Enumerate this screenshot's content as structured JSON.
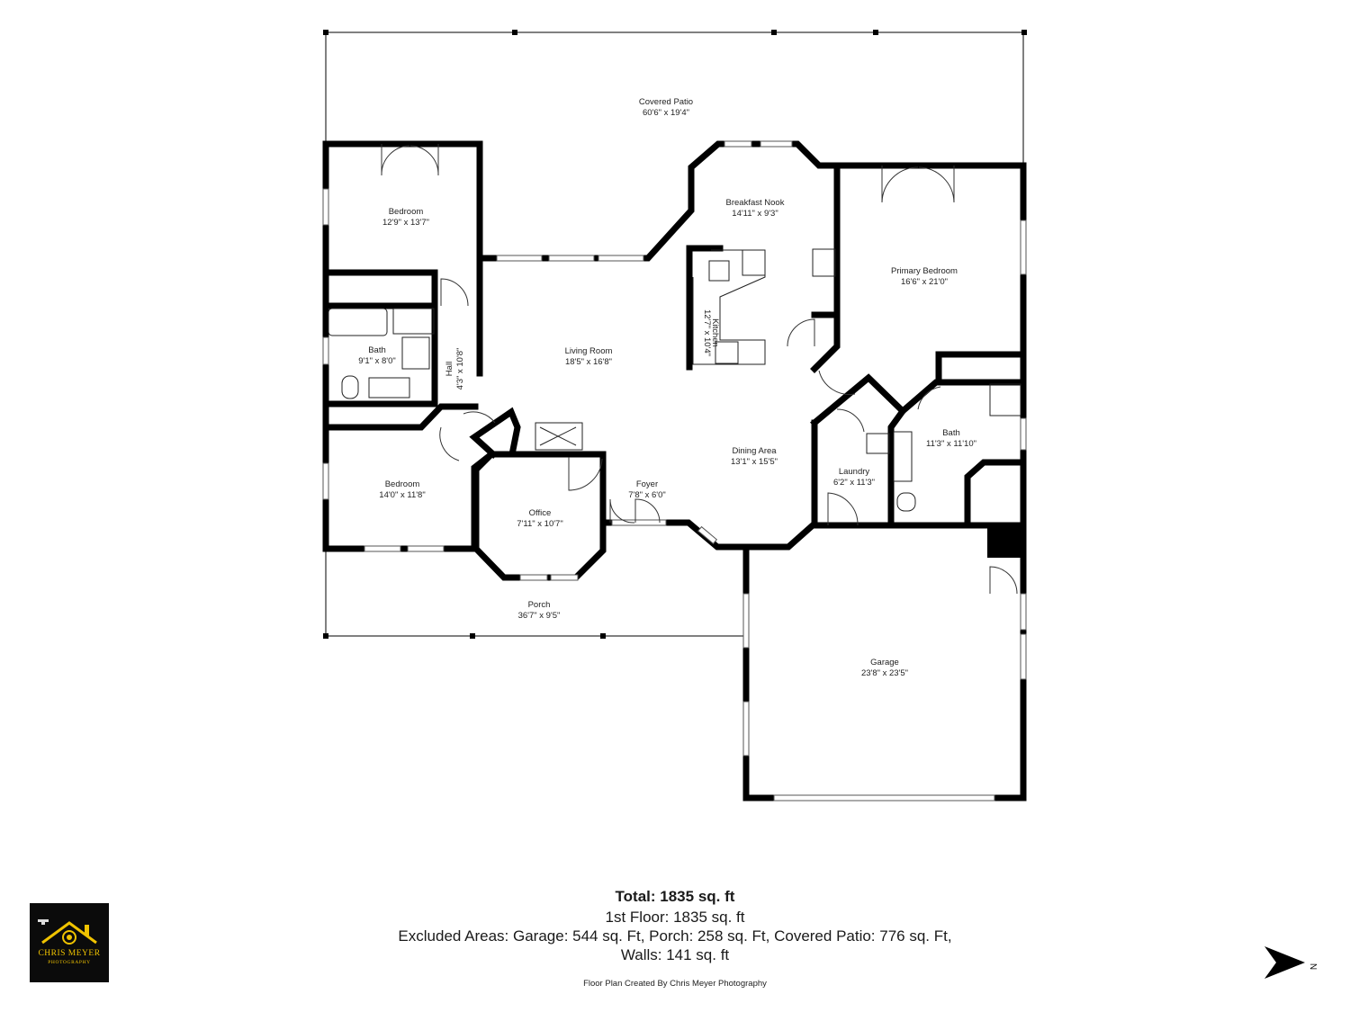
{
  "rooms": {
    "covered_patio": {
      "name": "Covered Patio",
      "dim": "60'6\" x 19'4\""
    },
    "bedroom_nw": {
      "name": "Bedroom",
      "dim": "12'9\" x 13'7\""
    },
    "breakfast_nook": {
      "name": "Breakfast Nook",
      "dim": "14'11\" x 9'3\""
    },
    "primary_bedroom": {
      "name": "Primary Bedroom",
      "dim": "16'6\" x 21'0\""
    },
    "living_room": {
      "name": "Living Room",
      "dim": "18'5\" x 16'8\""
    },
    "bath_west": {
      "name": "Bath",
      "dim": "9'1\" x 8'0\""
    },
    "hall": {
      "name": "Hall",
      "dim": "4'3\" x 10'8\""
    },
    "kitchen": {
      "name": "Kitchen",
      "dim": "12'7\" x 10'4\""
    },
    "bath_east": {
      "name": "Bath",
      "dim": "11'3\" x 11'10\""
    },
    "dining_area": {
      "name": "Dining Area",
      "dim": "13'1\" x 15'5\""
    },
    "laundry": {
      "name": "Laundry",
      "dim": "6'2\" x 11'3\""
    },
    "foyer": {
      "name": "Foyer",
      "dim": "7'8\" x 6'0\""
    },
    "bedroom_sw": {
      "name": "Bedroom",
      "dim": "14'0\" x 11'8\""
    },
    "office": {
      "name": "Office",
      "dim": "7'11\" x 10'7\""
    },
    "porch": {
      "name": "Porch",
      "dim": "36'7\" x 9'5\""
    },
    "garage": {
      "name": "Garage",
      "dim": "23'8\" x 23'5\""
    }
  },
  "summary": {
    "total": "Total: 1835 sq. ft",
    "floor1": "1st Floor: 1835 sq. ft",
    "excluded": "Excluded Areas: Garage: 544 sq. Ft, Porch: 258 sq. Ft, Covered Patio: 776 sq. Ft,",
    "walls": "Walls: 141 sq. ft"
  },
  "credit": "Floor Plan Created By Chris Meyer Photography",
  "logo": {
    "line1": "CHRIS MEYER",
    "line2": "PHOTOGRAPHY",
    "accent": "#f0c300",
    "background": "#0b0b0b"
  },
  "north": {
    "label": "N",
    "icon": "north-arrow-icon"
  }
}
